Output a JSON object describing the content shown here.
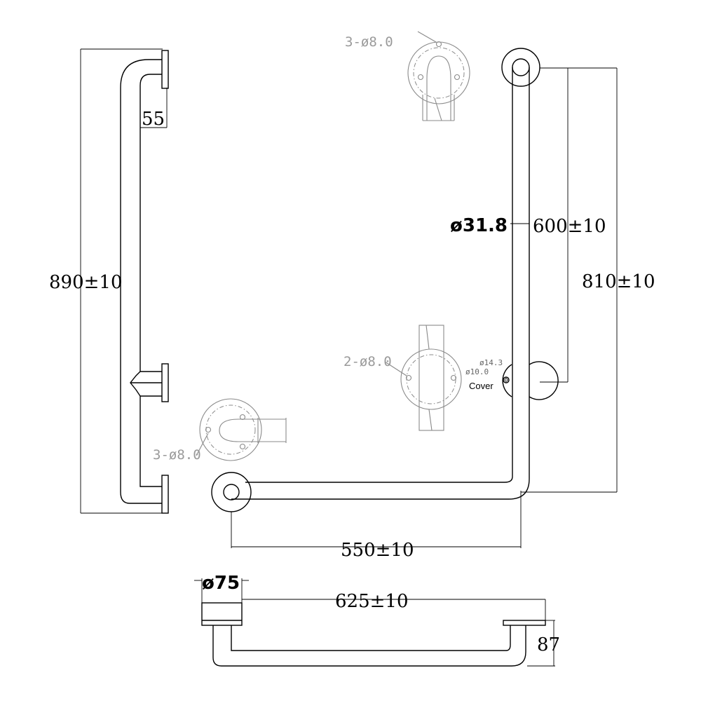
{
  "labels": {
    "height_left": "890±10",
    "flange_offset": "55",
    "holes_top": "3-ø8.0",
    "holes_mid": "2-ø8.0",
    "holes_left": "3-ø8.0",
    "tube_diameter": "ø31.8",
    "height_upper": "600±10",
    "height_total": "810±10",
    "cover_outer": "ø14.3",
    "cover_inner": "ø10.0",
    "cover": "Cover",
    "width_bottom": "550±10",
    "flange_diameter": "ø75",
    "depth_total": "625±10",
    "projection": "87"
  }
}
